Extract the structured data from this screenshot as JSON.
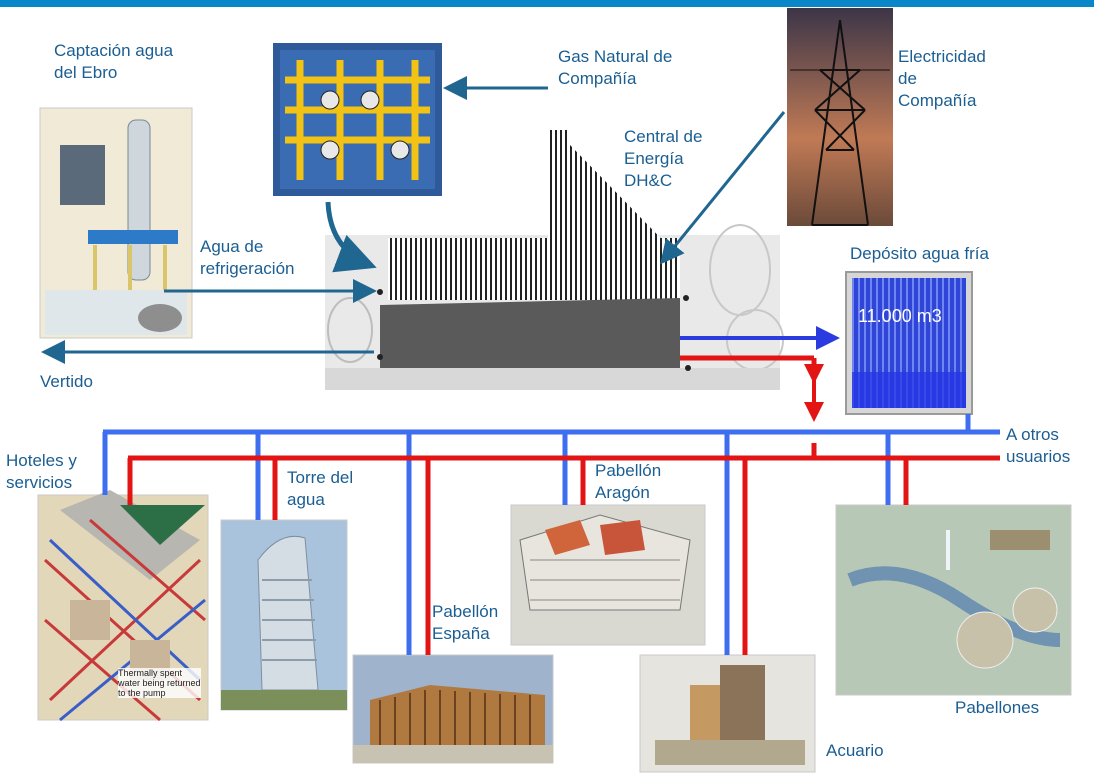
{
  "colors": {
    "accent": "#0a87c8",
    "label": "#1b5e92",
    "cold_line": "#3d6ef0",
    "hot_line": "#e31414",
    "arrow": "#1f6690",
    "tank": "#2a3be0"
  },
  "labels": {
    "captacion": "Captación agua\ndel Ebro",
    "gas": "Gas Natural de\nCompañía",
    "electricidad": "Electricidad\nde\nCompañía",
    "central": "Central de\nEnergía\nDH&C",
    "agua_refrigeracion": "Agua de\nrefrigeración",
    "deposito": "Depósito agua fría",
    "deposito_volumen": "11.000 m3",
    "vertido": "Vertido",
    "otros_usuarios": "A otros\nusuarios",
    "hoteles": "Hoteles y\nservicios",
    "torre": "Torre del\nagua",
    "pabellon_aragon": "Pabellón\nAragón",
    "pabellon_espana": "Pabellón\nEspaña",
    "acuario": "Acuario",
    "pabellones": "Pabellones"
  },
  "image_text": {
    "hotel_caption": "Thermally spent\nwater being returned\nto the pump"
  }
}
